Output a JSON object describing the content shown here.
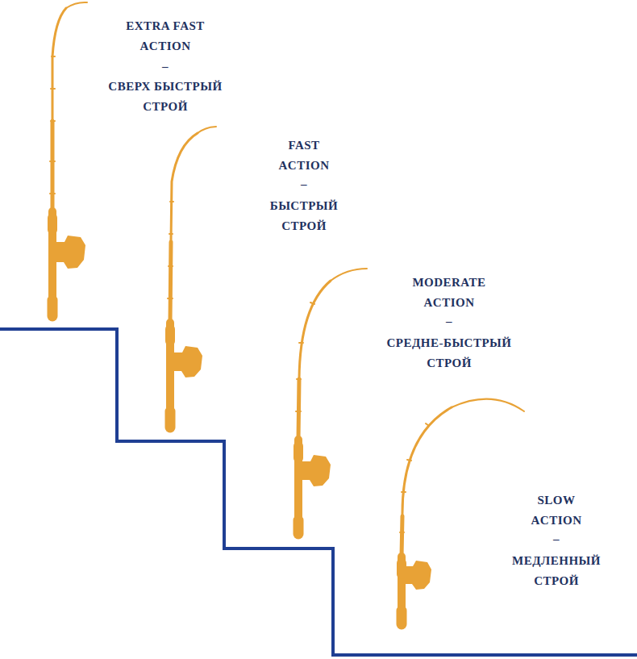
{
  "diagram": {
    "labels": [
      "EXTRA FAST ACTION",
      "–",
      "СВЕРХ БЫСТРЫЙ СТРОЙ",
      "FAST ACTION",
      "–",
      "БЫСТРЫЙ СТРОЙ",
      "MODERATE ACTION",
      "–",
      "СРЕДНЕ-БЫСТРЫЙ СТРОЙ",
      "SLOW ACTION",
      "–",
      "МЕДЛЕННЫЙ СТРОЙ"
    ]
  }
}
